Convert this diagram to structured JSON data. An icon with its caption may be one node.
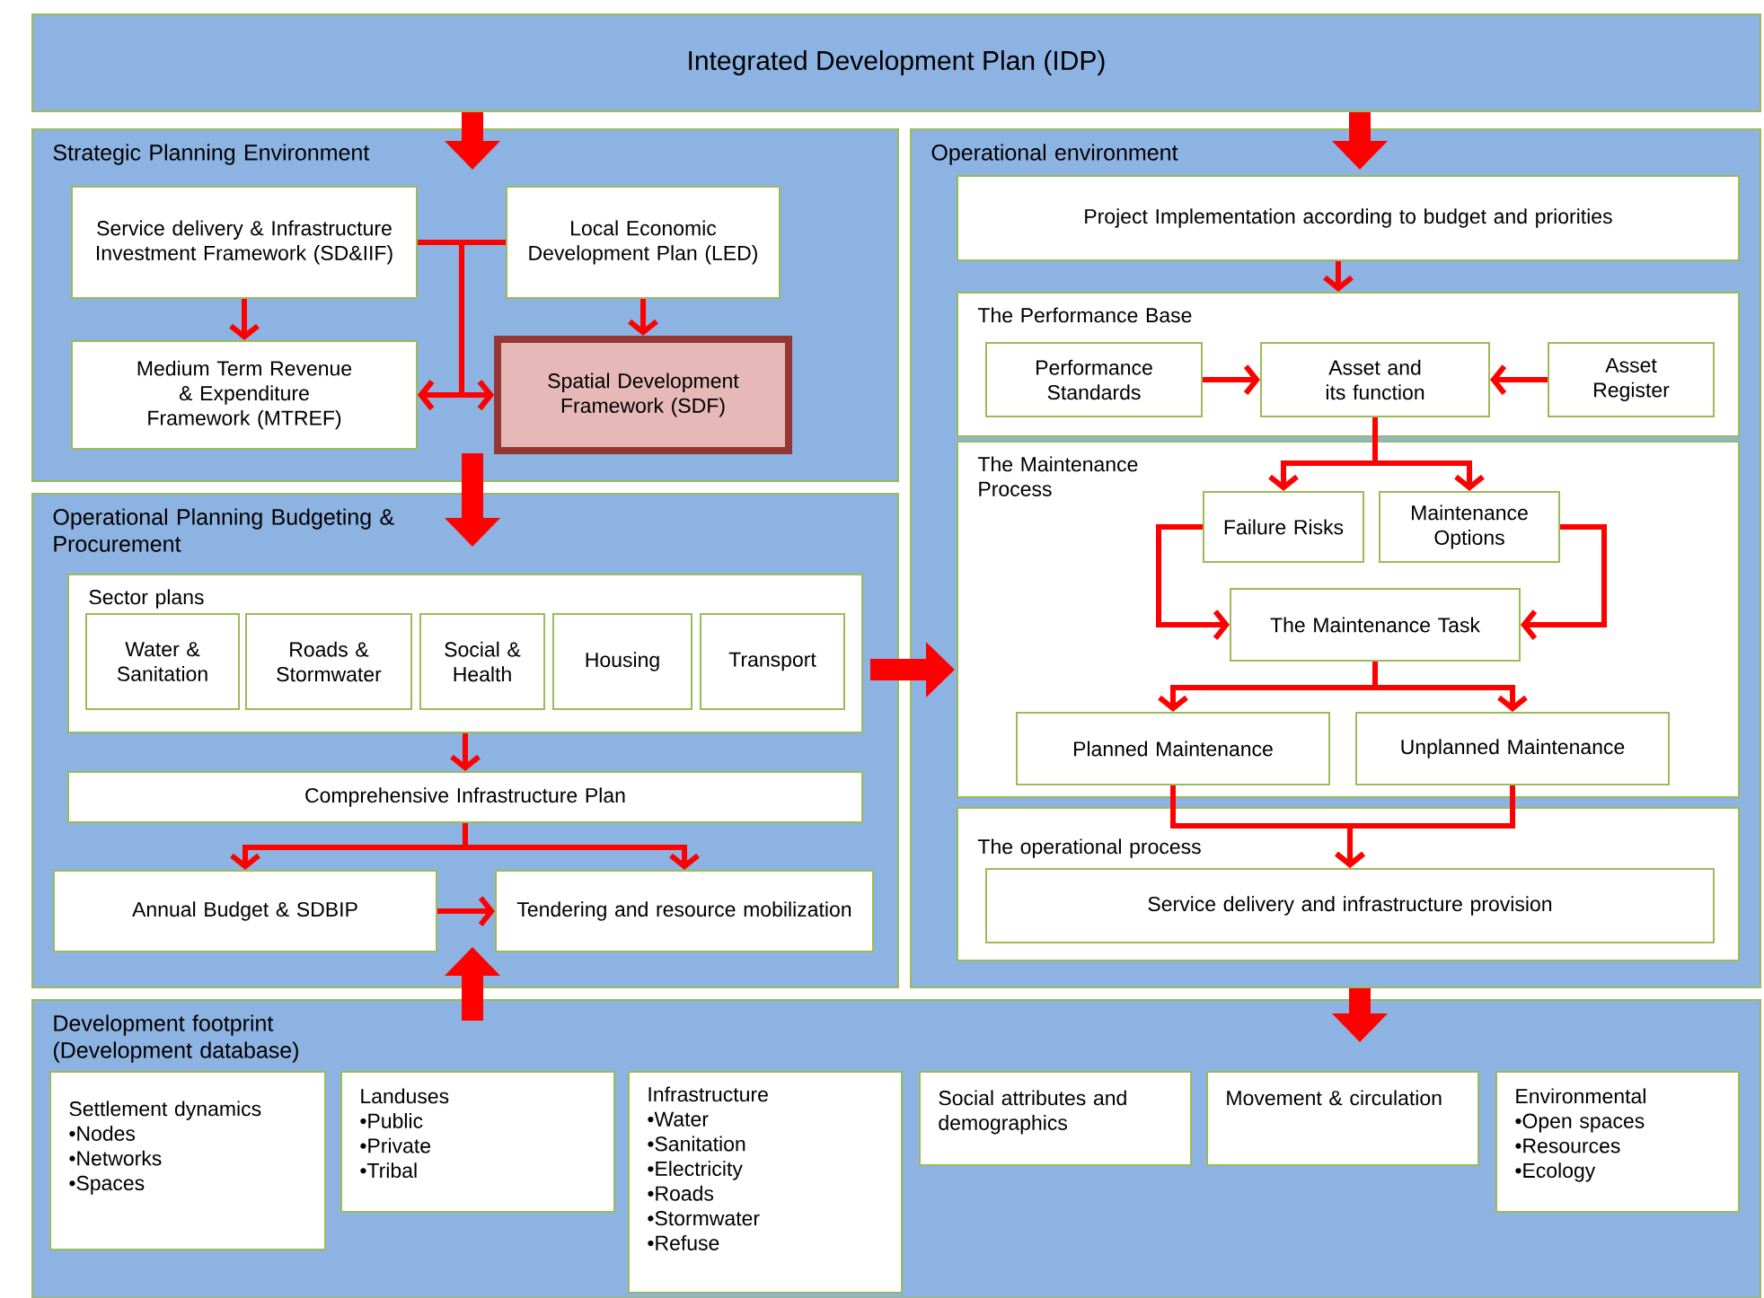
{
  "diagram": {
    "nodes": [
      {
        "text": [
          "Integrated Development Plan (IDP)"
        ]
      },
      {
        "text": [
          "Strategic Planning Environment"
        ]
      },
      {
        "text": [
          "Service delivery & Infrastructure Investment Framework (SD&IIF)"
        ],
        "in": 1
      },
      {
        "text": [
          "Local Economic Development Plan (LED)"
        ],
        "in": 1
      },
      {
        "text": [
          "Medium Term Revenue & Expenditure Framework (MTREF)"
        ],
        "in": 1
      },
      {
        "text": [
          "Spatial Development Framework (SDF)"
        ],
        "in": 1
      },
      {
        "text": [
          "Operational Planning Budgeting & Procurement"
        ]
      },
      {
        "text": [
          "Sector plans"
        ],
        "in": 6
      },
      {
        "text": [
          "Water & Sanitation"
        ],
        "in": 7
      },
      {
        "text": [
          "Roads & Stormwater"
        ],
        "in": 7
      },
      {
        "text": [
          "Social & Health"
        ],
        "in": 7
      },
      {
        "text": [
          "Housing"
        ],
        "in": 7
      },
      {
        "text": [
          "Transport"
        ],
        "in": 7
      },
      {
        "text": [
          "Comprehensive Infrastructure Plan"
        ],
        "in": 6
      },
      {
        "text": [
          "Annual Budget & SDBIP"
        ],
        "in": 6
      },
      {
        "text": [
          "Tendering and resource mobilization"
        ],
        "in": 6
      },
      {
        "text": [
          "Operational environment"
        ]
      },
      {
        "text": [
          "Project Implementation according to budget and priorities"
        ],
        "in": 16
      },
      {
        "text": [
          "The Performance Base"
        ],
        "in": 16
      },
      {
        "text": [
          "Performance Standards"
        ],
        "in": 18
      },
      {
        "text": [
          "Asset and its function"
        ],
        "in": 18
      },
      {
        "text": [
          "Asset Register"
        ],
        "in": 18
      },
      {
        "text": [
          "The Maintenance Process"
        ],
        "in": 16
      },
      {
        "text": [
          "Failure Risks"
        ],
        "in": 22
      },
      {
        "text": [
          "Maintenance Options"
        ],
        "in": 22
      },
      {
        "text": [
          "The Maintenance Task"
        ],
        "in": 22
      },
      {
        "text": [
          "Planned Maintenance"
        ],
        "in": 22
      },
      {
        "text": [
          "Unplanned Maintenance"
        ],
        "in": 22
      },
      {
        "text": [
          "The operational process"
        ],
        "in": 16
      },
      {
        "text": [
          "Service delivery and infrastructure provision"
        ],
        "in": 28
      },
      {
        "text": [
          "Development footprint (Development database)"
        ]
      },
      {
        "text": [
          "Settlement dynamics",
          "•Nodes",
          "•Networks",
          "•Spaces"
        ],
        "in": 30
      },
      {
        "text": [
          "Landuses",
          "•Public",
          "•Private",
          "•Tribal"
        ],
        "in": 30
      },
      {
        "text": [
          "Infrastructure",
          "•Water",
          "•Sanitation",
          "•Electricity",
          "•Roads",
          "•Stormwater",
          "•Refuse"
        ],
        "in": 30
      },
      {
        "text": [
          "Social attributes and demographics"
        ],
        "in": 30
      },
      {
        "text": [
          "Movement & circulation"
        ],
        "in": 30
      },
      {
        "text": [
          "Environmental",
          "•Open spaces",
          "•Resources",
          "•Ecology"
        ],
        "in": 30
      }
    ],
    "edges": [
      {
        "from": 0,
        "to": 1,
        "arrow": "to",
        "style": "thick"
      },
      {
        "from": 0,
        "to": 16,
        "arrow": "to",
        "style": "thick"
      },
      {
        "from": 1,
        "to": 6,
        "arrow": "to",
        "style": "thick"
      },
      {
        "from": 6,
        "to": 16,
        "arrow": "to",
        "style": "thick"
      },
      {
        "from": 30,
        "to": 15,
        "arrow": "to",
        "style": "thick"
      },
      {
        "from": 16,
        "to": 30,
        "arrow": "to",
        "style": "thick"
      },
      {
        "from": 2,
        "to": 4,
        "arrow": "to"
      },
      {
        "from": 2,
        "to": 5,
        "arrow": "to"
      },
      {
        "from": 2,
        "to": 4,
        "arrow": "to"
      },
      {
        "from": 3,
        "to": 4,
        "arrow": "to"
      },
      {
        "from": 3,
        "to": 5,
        "arrow": "to"
      },
      {
        "from": 3,
        "to": 5,
        "arrow": "to"
      },
      {
        "from": 7,
        "to": 13,
        "arrow": "to"
      },
      {
        "from": 13,
        "to": 14,
        "arrow": "to"
      },
      {
        "from": 13,
        "to": 15,
        "arrow": "to"
      },
      {
        "from": 14,
        "to": 15,
        "arrow": "to"
      },
      {
        "from": 17,
        "to": 18,
        "arrow": "to"
      },
      {
        "from": 19,
        "to": 20,
        "arrow": "to"
      },
      {
        "from": 21,
        "to": 20,
        "arrow": "to"
      },
      {
        "from": 20,
        "to": 23,
        "arrow": "to"
      },
      {
        "from": 20,
        "to": 24,
        "arrow": "to"
      },
      {
        "from": 23,
        "to": 25,
        "arrow": "to"
      },
      {
        "from": 24,
        "to": 25,
        "arrow": "to"
      },
      {
        "from": 25,
        "to": 26,
        "arrow": "to"
      },
      {
        "from": 25,
        "to": 27,
        "arrow": "to"
      },
      {
        "from": 26,
        "to": 29,
        "arrow": "to"
      },
      {
        "from": 27,
        "to": 29,
        "arrow": "to"
      }
    ]
  }
}
